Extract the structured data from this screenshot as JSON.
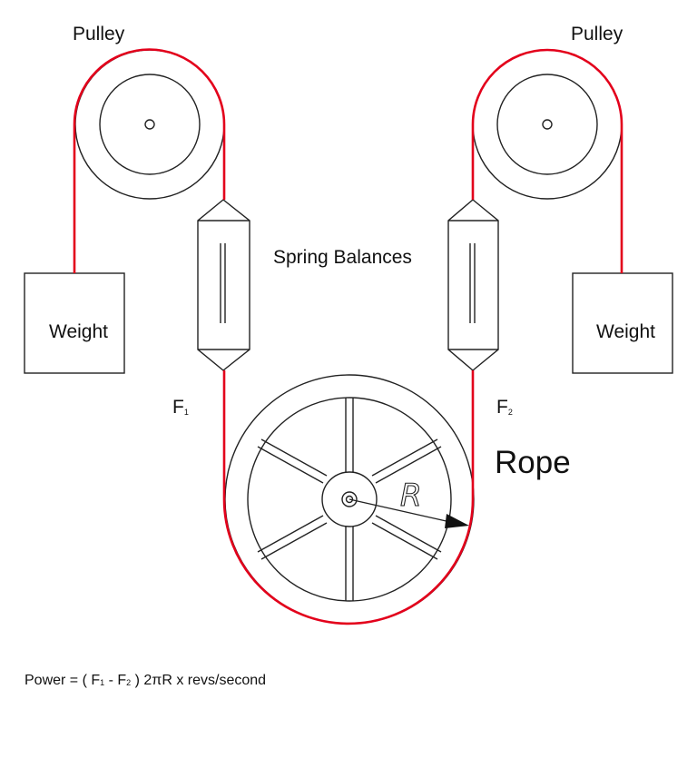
{
  "labels": {
    "pulley_left": "Pulley",
    "pulley_right": "Pulley",
    "spring_balances": "Spring Balances",
    "weight_left": "Weight",
    "weight_right": "Weight",
    "force_left": "F",
    "force_left_sub": "1",
    "force_right": "F",
    "force_right_sub": "2",
    "rope": "Rope",
    "radius": "R"
  },
  "formula": {
    "prefix": "Power = ( F",
    "f1_sub": "1",
    "minus": " - F",
    "f2_sub": "2",
    "suffix": " ) 2πR x revs/second"
  },
  "colors": {
    "rope": "#e3001b",
    "ink": "#222222",
    "background": "#ffffff"
  }
}
